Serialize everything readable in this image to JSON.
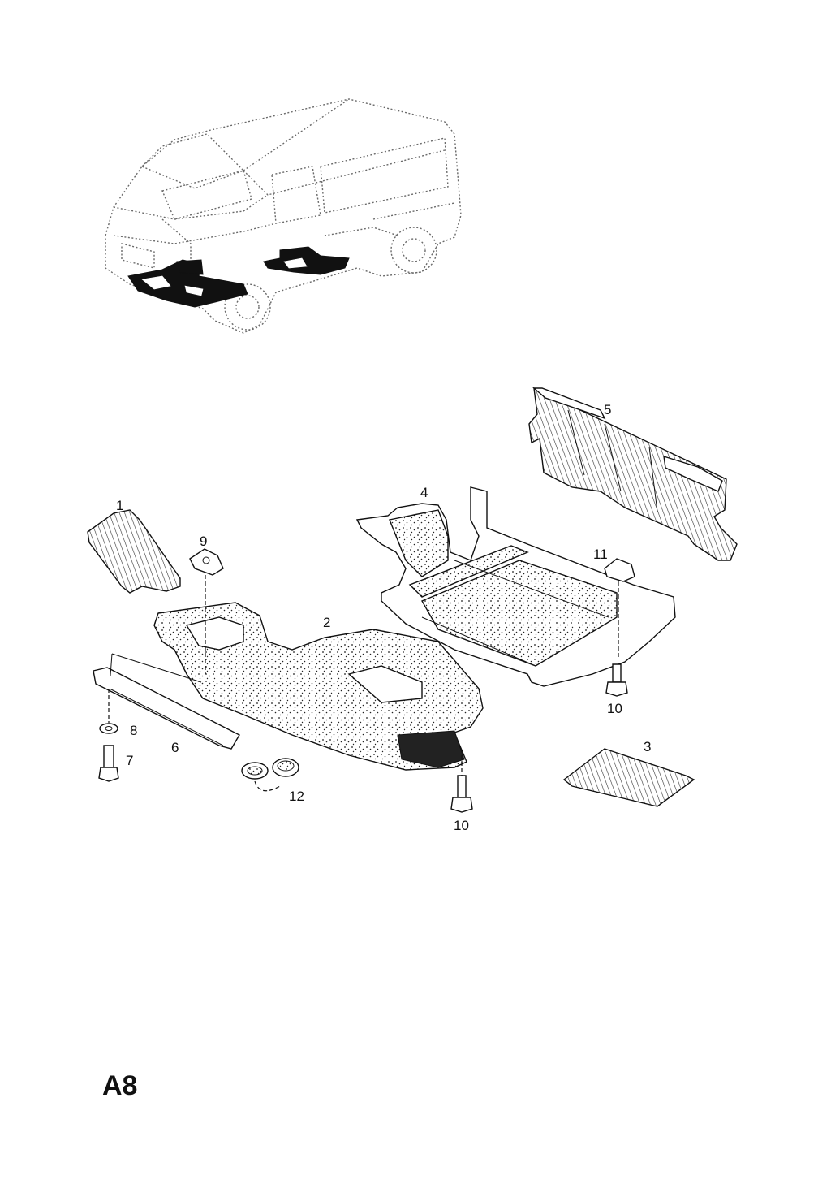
{
  "page_code": "A8",
  "callouts": [
    {
      "id": "1",
      "label": "1"
    },
    {
      "id": "2",
      "label": "2"
    },
    {
      "id": "3",
      "label": "3"
    },
    {
      "id": "4",
      "label": "4"
    },
    {
      "id": "5",
      "label": "5"
    },
    {
      "id": "6",
      "label": "6"
    },
    {
      "id": "7",
      "label": "7"
    },
    {
      "id": "8",
      "label": "8"
    },
    {
      "id": "9",
      "label": "9"
    },
    {
      "id": "10a",
      "label": "10"
    },
    {
      "id": "10b",
      "label": "10"
    },
    {
      "id": "11",
      "label": "11"
    },
    {
      "id": "12",
      "label": "12"
    }
  ]
}
